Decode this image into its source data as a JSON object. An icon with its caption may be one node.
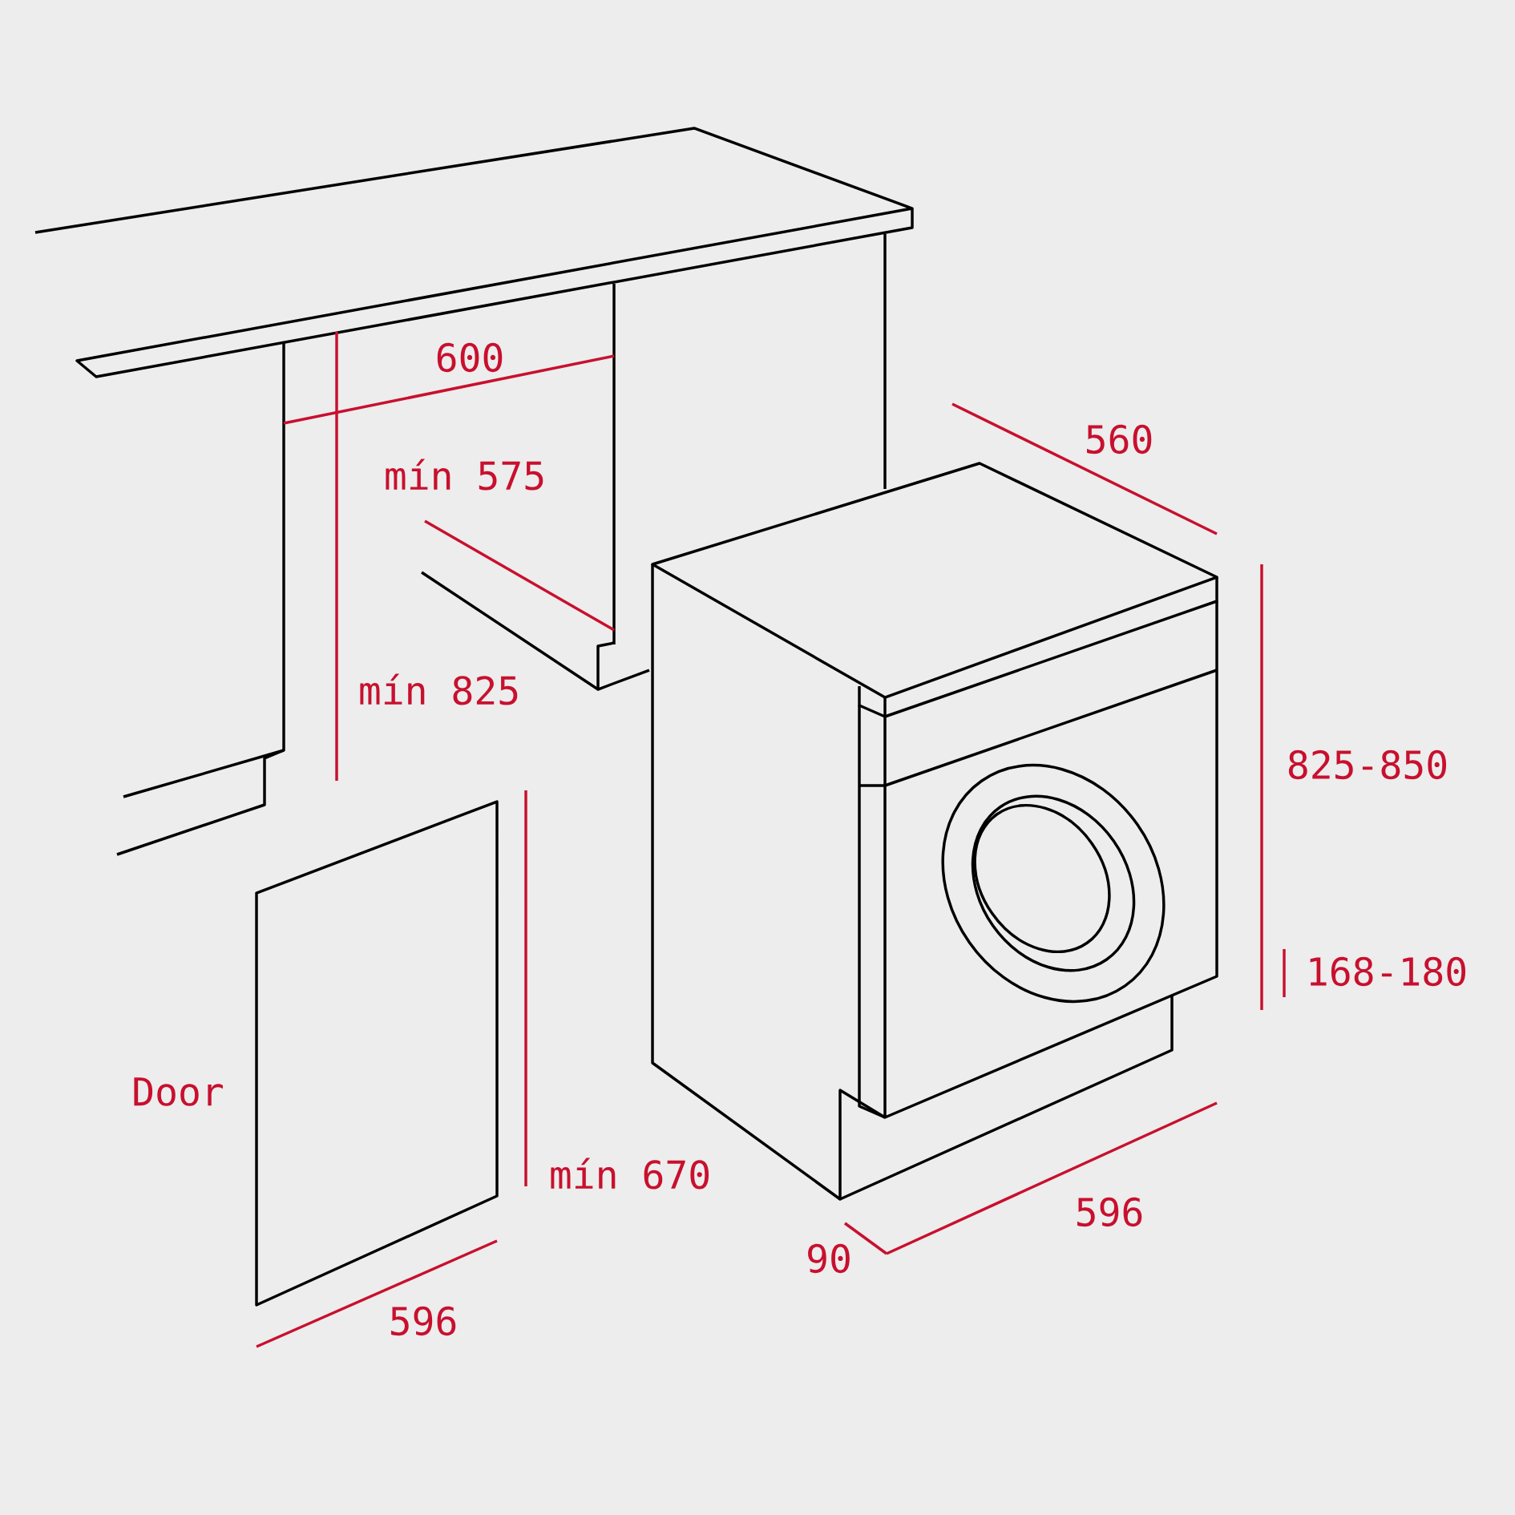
{
  "diagram": {
    "labels": [
      "600",
      "mín 575",
      "560",
      "mín 825",
      "825-850",
      "168-180",
      "Door",
      "mín 670",
      "90",
      "596",
      "596"
    ]
  }
}
